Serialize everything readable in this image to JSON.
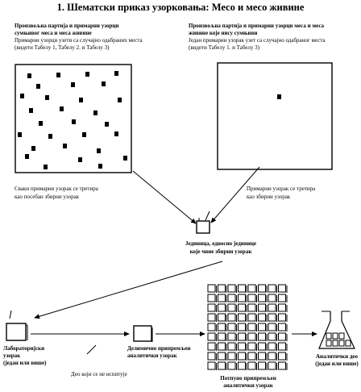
{
  "title": "1. Шематски приказ узорковања: Месо и месо живине",
  "left_panel": {
    "heading_lines": [
      "Произвољна партија и примарни узорци",
      "сумњивог меса и меса живине"
    ],
    "desc_lines": [
      "Примарни узорци узети са случајно одабраних места",
      "(видети Табелу 1, Табелу 2. и Табелу 3)"
    ],
    "note_lines": [
      "Сваки примарни узорак се третира",
      "као посебан збирни узорак"
    ]
  },
  "right_panel": {
    "heading_lines": [
      "Произвољна партија и примарни узорци меса и меса",
      "живине које нису сумњиви"
    ],
    "desc_lines": [
      "Један примарни узорак узет са случајно одабраног места",
      "(видети Табелу 1. и Табелу 3)"
    ],
    "note_lines": [
      "Примарни узорак се третира",
      "као збирни узорак"
    ]
  },
  "center_box": {
    "label_lines": [
      "Јединица, односно јединице",
      "које чине збирни узорак"
    ]
  },
  "bottom": {
    "lab_sample_lines": [
      "Лабораторијски",
      "узорак",
      "(један или више)"
    ],
    "untested_part": "Део који се не испитује",
    "partial_prep_lines": [
      "Делимично припремљен",
      "аналитички узорак"
    ],
    "full_prep_lines": [
      "Потпуно припремљен",
      "аналитички узорак"
    ],
    "analytic_part_lines": [
      "Аналитички део",
      "(један или више)"
    ]
  }
}
